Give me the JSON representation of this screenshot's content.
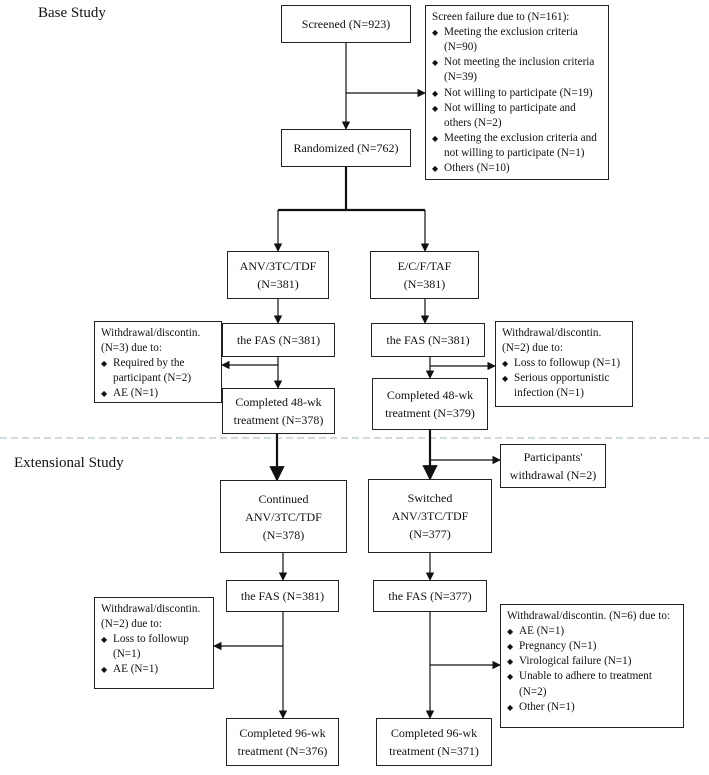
{
  "sections": {
    "base": "Base Study",
    "ext": "Extensional Study"
  },
  "boxes": {
    "screened": [
      "Screened (N=923)"
    ],
    "randomized": [
      "Randomized (N=762)"
    ],
    "anv_arm": [
      "ANV/3TC/TDF",
      "(N=381)"
    ],
    "ecf_arm": [
      "E/C/F/TAF",
      "(N=381)"
    ],
    "fas_left_1": [
      "the FAS (N=381)"
    ],
    "fas_right_1": [
      "the FAS (N=381)"
    ],
    "completed48_left": [
      "Completed 48-wk",
      "treatment (N=378)"
    ],
    "completed48_right": [
      "Completed 48-wk",
      "treatment (N=379)"
    ],
    "continued": [
      "Continued",
      "ANV/3TC/TDF",
      "(N=378)"
    ],
    "switched": [
      "Switched",
      "ANV/3TC/TDF",
      "(N=377)"
    ],
    "fas_left_2": [
      "the FAS (N=381)"
    ],
    "fas_right_2": [
      "the FAS (N=377)"
    ],
    "completed96_left": [
      "Completed 96-wk",
      "treatment (N=376)"
    ],
    "completed96_right": [
      "Completed 96-wk",
      "treatment (N=371)"
    ],
    "participants_withdrawal": [
      "Participants'",
      "withdrawal (N=2)"
    ]
  },
  "lists": {
    "screen_failure": {
      "heading": "Screen failure due to (N=161):",
      "items": [
        "Meeting the exclusion criteria (N=90)",
        "Not meeting the inclusion criteria (N=39)",
        "Not willing to participate (N=19)",
        "Not willing to participate and others (N=2)",
        "Meeting the exclusion criteria and not willing to participate (N=1)",
        "Others (N=10)"
      ]
    },
    "withdraw_left_1": {
      "heading": "Withdrawal/discontin. (N=3) due to:",
      "items": [
        "Required by the participant (N=2)",
        "AE (N=1)"
      ]
    },
    "withdraw_right_1": {
      "heading": "Withdrawal/discontin. (N=2) due to:",
      "items": [
        "Loss to followup (N=1)",
        "Serious opportunistic infection (N=1)"
      ]
    },
    "withdraw_left_2": {
      "heading": "Withdrawal/discontin. (N=2) due to:",
      "items": [
        "Loss to followup (N=1)",
        "AE (N=1)"
      ]
    },
    "withdraw_right_2": {
      "heading": "Withdrawal/discontin. (N=6) due to:",
      "items": [
        "AE (N=1)",
        "Pregnancy (N=1)",
        "Virological failure (N=1)",
        "Unable to adhere to treatment (N=2)",
        "Other (N=1)"
      ]
    }
  },
  "colors": {
    "line": "#111111",
    "divider": "#9fb5cc"
  }
}
